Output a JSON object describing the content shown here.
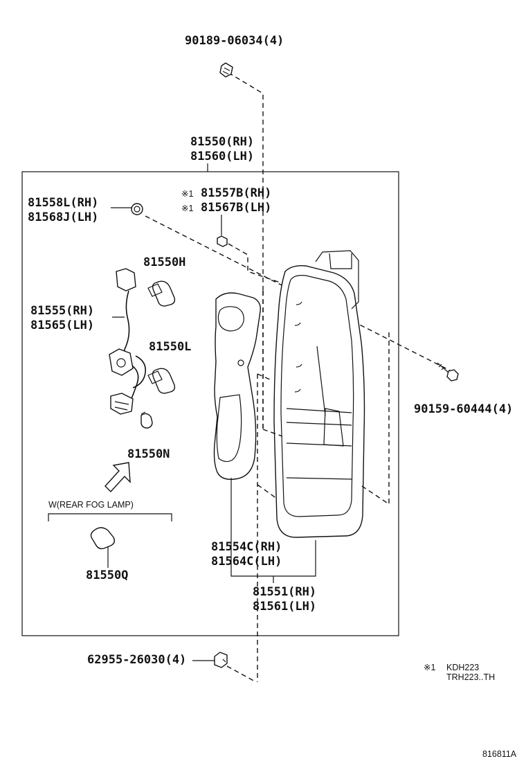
{
  "labels": {
    "screw_top": "90189-06034(4)",
    "lamp_assy_rh": "81550(RH)",
    "lamp_assy_lh": "81560(LH)",
    "socket_rh": "81558L(RH)",
    "socket_lh": "81568J(LH)",
    "note_mark_1": "※1",
    "clip_rh": "81557B(RH)",
    "note_mark_2": "※1",
    "clip_lh": "81567B(LH)",
    "bulb_h": "81550H",
    "wire_rh": "81555(RH)",
    "wire_lh": "81565(LH)",
    "bulb_l": "81550L",
    "bulb_n": "81550N",
    "fog_note": "W(REAR FOG LAMP)",
    "bulb_q": "81550Q",
    "screw_right": "90159-60444(4)",
    "gasket_rh": "81554C(RH)",
    "gasket_lh": "81564C(LH)",
    "lens_rh": "81551(RH)",
    "lens_lh": "81561(LH)",
    "nut_bottom": "62955-26030(4)",
    "legend_mark": "※1",
    "legend_model_1": "KDH223",
    "legend_model_2": "TRH223..TH",
    "diagram_id": "816811A"
  }
}
